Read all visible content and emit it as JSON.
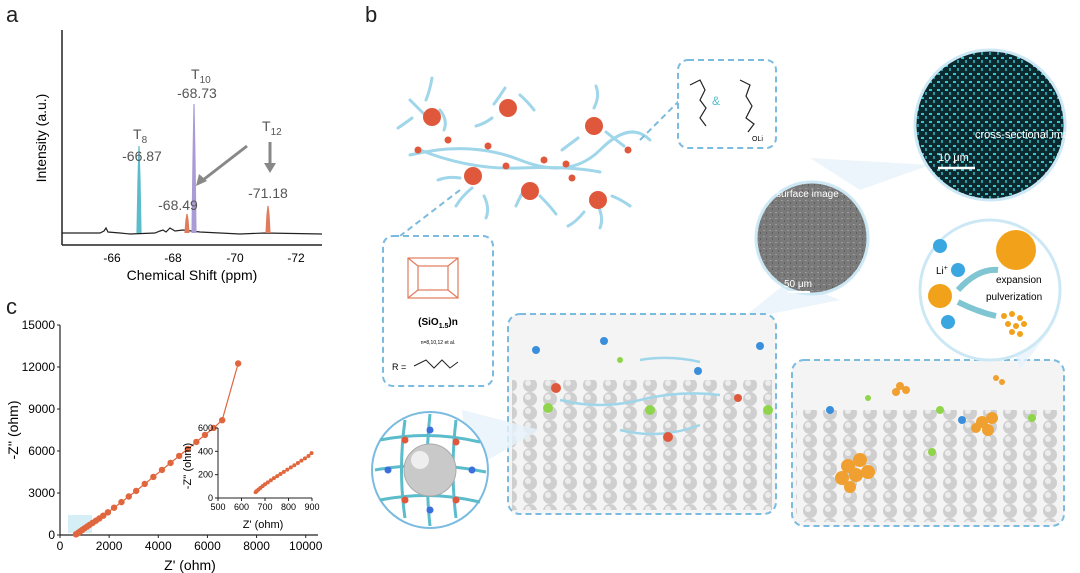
{
  "panels": {
    "a": "a",
    "b": "b",
    "c": "c"
  },
  "nmr": {
    "ylabel": "Intensity (a.u.)",
    "xlabel": "Chemical Shift (ppm)",
    "ticks": [
      "-66",
      "-68",
      "-70",
      "-72"
    ],
    "peaks": [
      {
        "name": "T",
        "sub": "8",
        "shift": "-66.87"
      },
      {
        "name": "",
        "sub": "",
        "shift": "-68.49"
      },
      {
        "name": "T",
        "sub": "10",
        "shift": "-68.73"
      },
      {
        "name": "T",
        "sub": "12",
        "shift": "-71.18"
      }
    ],
    "colors": {
      "T8": "#5bbccb",
      "T10": "#a99bd6",
      "T12": "#e07c5c",
      "baseline": "#222222"
    }
  },
  "chart_data": [
    {
      "type": "line",
      "xlabel": "Z' (ohm)",
      "ylabel": "-Z'' (ohm)",
      "xlim": [
        0,
        10500
      ],
      "ylim": [
        0,
        15000
      ],
      "xticks": [
        "0",
        "2000",
        "4000",
        "6000",
        "8000",
        "10000"
      ],
      "yticks": [
        "0",
        "3000",
        "6000",
        "9000",
        "12000",
        "15000"
      ],
      "x": [
        650,
        700,
        760,
        830,
        910,
        1000,
        1100,
        1210,
        1330,
        1460,
        1600,
        1760,
        1950,
        2200,
        2500,
        2800,
        3100,
        3450,
        3800,
        4150,
        4500,
        4850,
        5200,
        5550,
        5900,
        6250,
        6600,
        7250
      ],
      "y": [
        50,
        100,
        180,
        270,
        370,
        480,
        600,
        730,
        870,
        1020,
        1180,
        1380,
        1620,
        1950,
        2350,
        2750,
        3150,
        3650,
        4150,
        4650,
        5150,
        5650,
        6150,
        6650,
        7150,
        7650,
        8200,
        12250
      ],
      "color": "#e0663e",
      "inset": {
        "xlabel": "Z' (ohm)",
        "ylabel": "-Z'' (ohm)",
        "xlim": [
          500,
          900
        ],
        "ylim": [
          0,
          600
        ],
        "xticks": [
          "500",
          "600",
          "700",
          "800",
          "900"
        ],
        "yticks": [
          "0",
          "200",
          "400",
          "600"
        ],
        "x": [
          660,
          665,
          672,
          680,
          690,
          700,
          712,
          725,
          738,
          752,
          766,
          780,
          795,
          810,
          825,
          840,
          855,
          870,
          885,
          898
        ],
        "y": [
          50,
          60,
          72,
          86,
          102,
          118,
          134,
          152,
          170,
          188,
          206,
          224,
          243,
          262,
          281,
          300,
          320,
          340,
          360,
          385
        ]
      }
    }
  ],
  "diagram": {
    "monomer_label_and": "&",
    "monomer_label_oli": "OLi",
    "sio_label": "(SiO",
    "sio_sub": "1.5",
    "sio_n": ")n",
    "sio_note": "n=8,10,12 et al.",
    "r_label": "R =",
    "cross_section": "cross-sectional image",
    "cross_scale": "10 μm",
    "surface": "surface image",
    "surface_scale": "50 μm",
    "li_label": "Li",
    "li_sup": "+",
    "expansion": "expansion",
    "pulverization": "pulverization"
  }
}
